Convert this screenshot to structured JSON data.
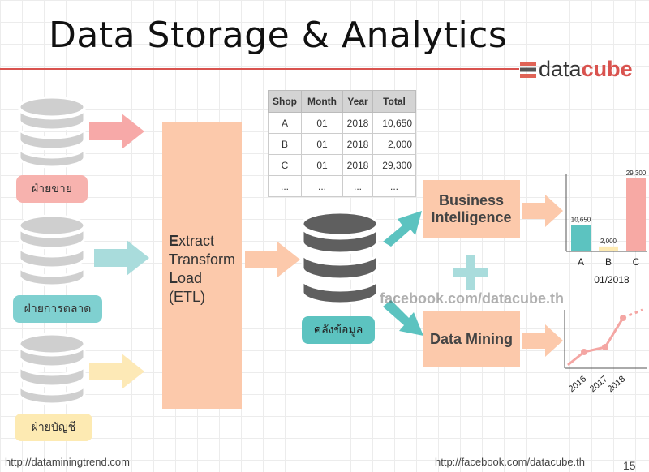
{
  "header": {
    "title": "Data Storage & Analytics"
  },
  "logo": {
    "part1": "data",
    "part2": "cube"
  },
  "sources": [
    {
      "label": "ฝ่ายขาย"
    },
    {
      "label": "ฝ่ายการตลาด"
    },
    {
      "label": "ฝ่ายบัญชี"
    }
  ],
  "etl": {
    "line1_initial": "E",
    "line1_rest": "xtract",
    "line2_initial": "T",
    "line2_rest": "ransform",
    "line3_initial": "L",
    "line3_rest": "oad",
    "line4": "(ETL)"
  },
  "table": {
    "headers": [
      "Shop",
      "Month",
      "Year",
      "Total"
    ],
    "rows": [
      [
        "A",
        "01",
        "2018",
        "10,650"
      ],
      [
        "B",
        "01",
        "2018",
        "2,000"
      ],
      [
        "C",
        "01",
        "2018",
        "29,300"
      ],
      [
        "...",
        "...",
        "...",
        "..."
      ]
    ]
  },
  "warehouse": {
    "label": "คลังข้อมูล"
  },
  "bi": {
    "line1": "Business",
    "line2": "Intelligence"
  },
  "dm": {
    "label": "Data Mining"
  },
  "watermark": "facebook.com/datacube.th",
  "chart_data": [
    {
      "type": "bar",
      "categories": [
        "A",
        "B",
        "C"
      ],
      "values": [
        10650,
        2000,
        29300
      ],
      "value_labels": [
        "10,650",
        "2,000",
        "29,300"
      ],
      "xlabel": "01/2018",
      "colors": [
        "#5cc3c0",
        "#fdeab2",
        "#f7a9a4"
      ]
    },
    {
      "type": "line",
      "x": [
        "2016",
        "2017",
        "2018"
      ],
      "series": [
        {
          "color": "#f4a6a3",
          "trend": "rising",
          "values": [
            1,
            1.3,
            3.1
          ]
        }
      ]
    }
  ],
  "footer": {
    "left_url": "http://dataminingtrend.com",
    "right_url": "http://facebook.com/datacube.th",
    "page_number": "15"
  },
  "colors": {
    "accent_red": "#d9534f",
    "peach": "#fcc9ab",
    "teal": "#5cc3c0",
    "pink": "#f7b2ae",
    "yellow": "#fdeab2",
    "db_gray": "#cfcfcf",
    "db_dark": "#5f5f5f"
  }
}
